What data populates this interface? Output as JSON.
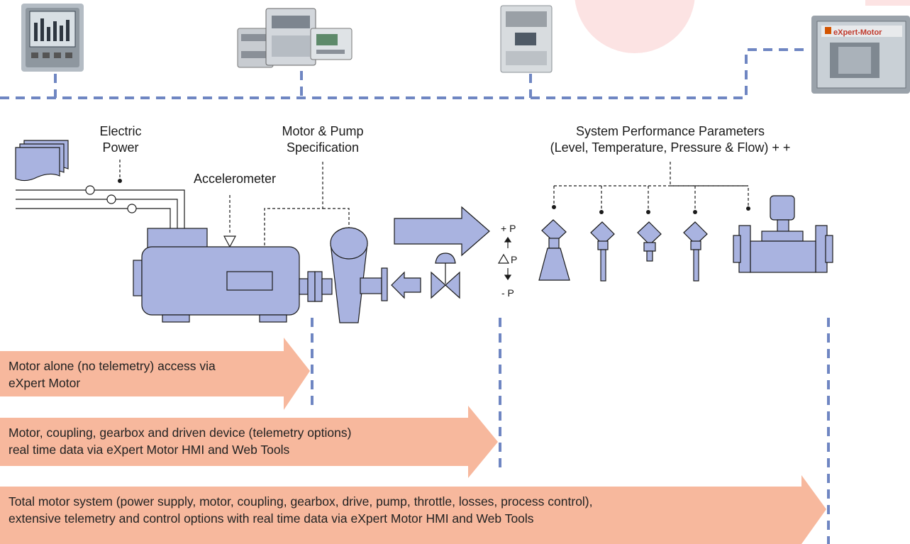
{
  "colors": {
    "equipment_fill": "#a9b3e0",
    "equipment_stroke": "#1a1a1a",
    "network_dash": "#6f86c2",
    "band_fill": "#f7b89d",
    "bubble": "#fce3e3"
  },
  "devices": [
    {
      "name": "power-meter",
      "icon": "power-meter-image"
    },
    {
      "name": "motor-starter-controller",
      "icon": "controller-image"
    },
    {
      "name": "soft-starter-drive",
      "icon": "drive-image"
    },
    {
      "name": "hmi-panel",
      "icon": "hmi-screen-image",
      "screen_title": "eXpert-Motor"
    }
  ],
  "labels": {
    "electric_power": [
      "Electric",
      "Power"
    ],
    "motor_pump_spec": [
      "Motor & Pump",
      "Specification"
    ],
    "accelerometer": "Accelerometer",
    "system_performance": [
      "System Performance Parameters",
      "(Level, Temperature, Pressure & Flow) + +"
    ],
    "pressure_high": "+ P",
    "pressure_delta": "P",
    "pressure_low": "- P"
  },
  "bands": [
    {
      "lines": [
        "Motor alone (no telemetry) access via",
        "eXpert Motor"
      ]
    },
    {
      "lines": [
        "Motor, coupling, gearbox and driven device (telemetry options)",
        "real time data via eXpert Motor HMI and Web Tools"
      ]
    },
    {
      "lines": [
        "Total motor system (power supply, motor, coupling, gearbox, drive, pump, throttle, losses, process control),",
        "extensive telemetry and control options with real time data via eXpert Motor HMI and Web Tools"
      ]
    }
  ]
}
